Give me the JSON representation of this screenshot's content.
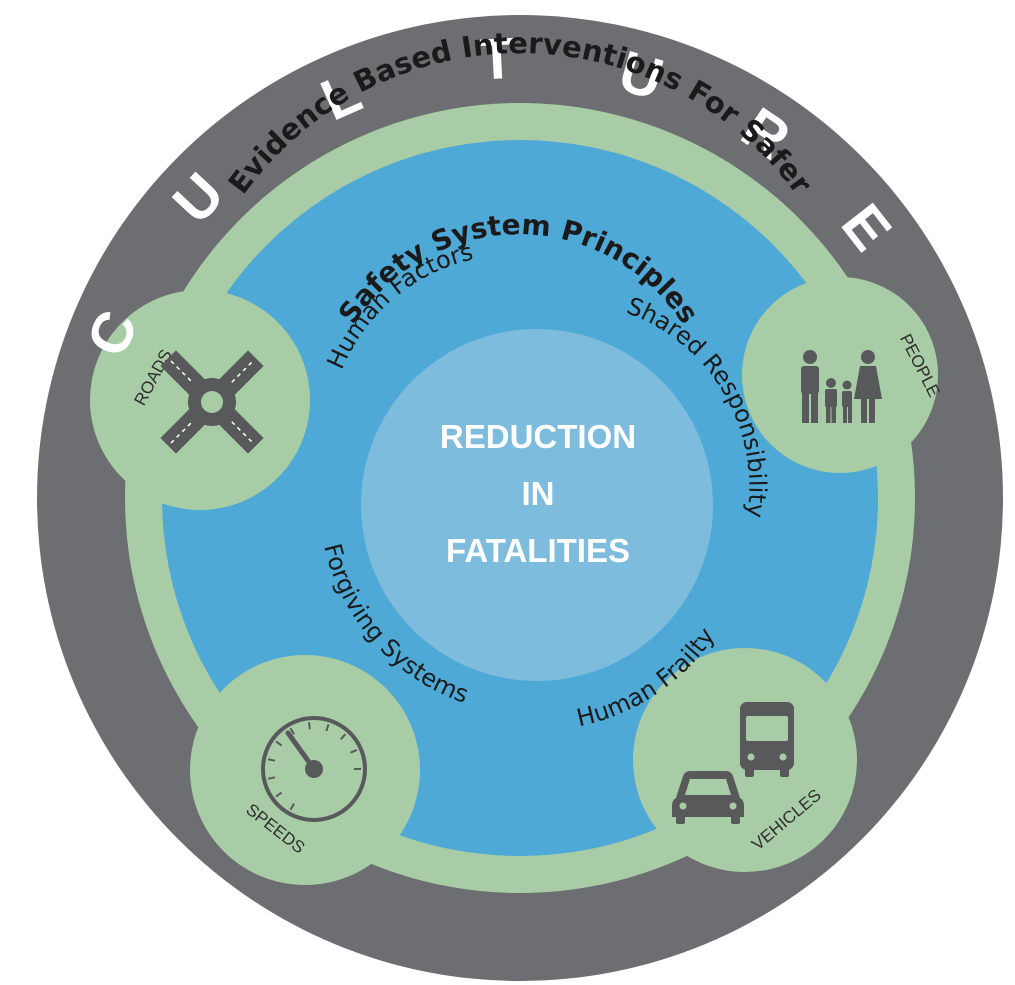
{
  "culture": {
    "letters": [
      "C",
      "U",
      "L",
      "T",
      "U",
      "R",
      "E"
    ]
  },
  "evidence_ring": {
    "text": "Evidence Based Interventions For Safer"
  },
  "principles": {
    "title": "Safety System Principles",
    "items": [
      "Human Factors",
      "Shared Responsibility",
      "Human Frailty",
      "Forgiving Systems"
    ]
  },
  "center": {
    "lines": [
      "REDUCTION",
      "IN",
      "FATALITIES"
    ]
  },
  "pillars": {
    "roads": "ROADS",
    "people": "PEOPLE",
    "speeds": "SPEEDS",
    "vehicles": "VEHICLES"
  },
  "colors": {
    "outer_ring": "#6d6e71",
    "green": "#a8cca6",
    "blue": "#4fa9d6",
    "center": "#7dbcdd",
    "icon": "#58595b",
    "text_dark": "#1a1a1a",
    "text_light": "#ffffff"
  },
  "icons": {
    "roads": "roundabout-icon",
    "people": "family-icon",
    "speeds": "speedometer-icon",
    "vehicles": "bus-and-car-icon"
  }
}
